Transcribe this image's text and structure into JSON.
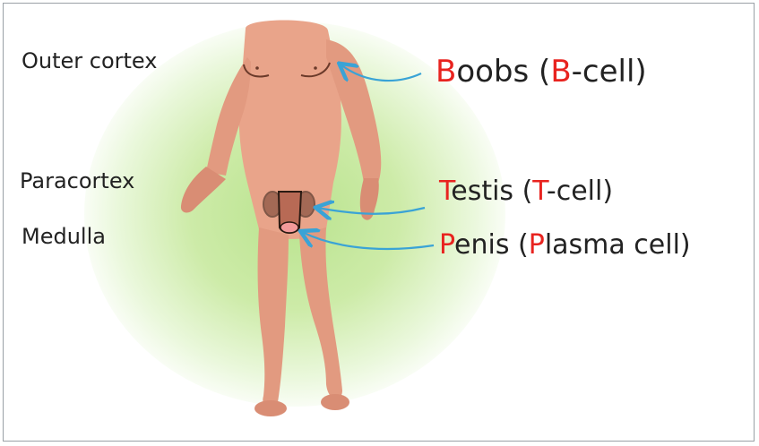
{
  "colors": {
    "accent": "#e8231f",
    "arrow": "#3aa3d6",
    "skin": "#e9a48a",
    "text": "#222222",
    "glow": "#b9e38e"
  },
  "left_labels": {
    "outer_cortex": "Outer cortex",
    "paracortex": "Paracortex",
    "medulla": "Medulla"
  },
  "right_labels": {
    "boobs": {
      "first": "B",
      "rest1": "oobs (",
      "mid": "B",
      "rest2": "-cell)"
    },
    "testis": {
      "first": "T",
      "rest1": "estis (",
      "mid": "T",
      "rest2": "-cell)"
    },
    "penis": {
      "first": "P",
      "rest1": "enis (",
      "mid": "P",
      "rest2": "lasma cell)"
    }
  }
}
